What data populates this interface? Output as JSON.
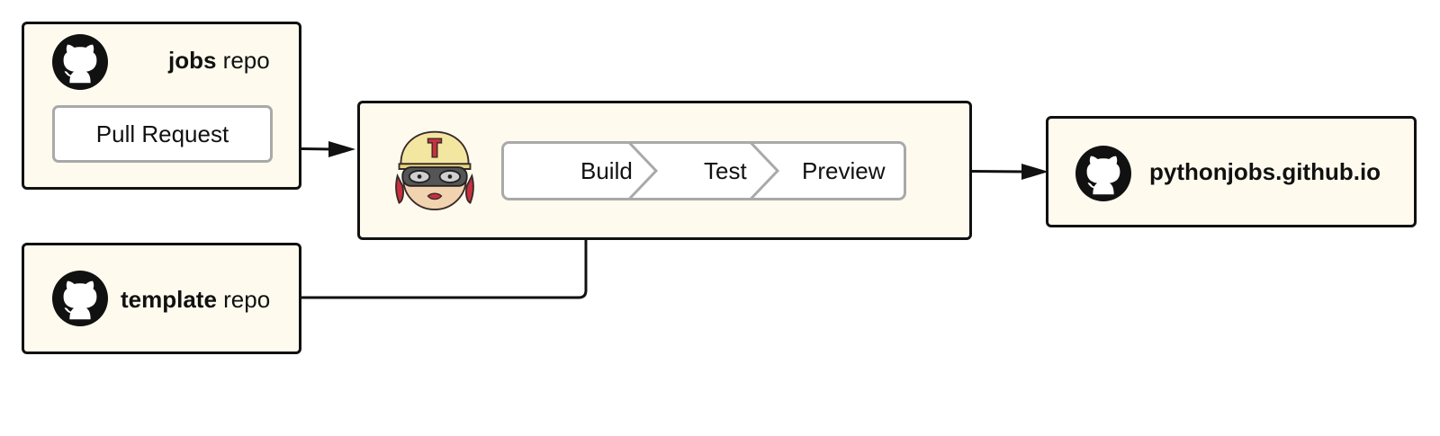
{
  "jobs_repo": {
    "name_bold": "jobs",
    "name_rest": " repo",
    "pull_request_label": "Pull Request",
    "icon": "github-icon"
  },
  "template_repo": {
    "name_bold": "template",
    "name_rest": " repo",
    "icon": "github-icon"
  },
  "ci": {
    "mascot_icon": "travis-ci-mascot-icon",
    "stages": [
      {
        "label": "Build"
      },
      {
        "label": "Test"
      },
      {
        "label": "Preview"
      }
    ]
  },
  "output": {
    "site": "pythonjobs.github.io",
    "icon": "github-icon"
  },
  "colors": {
    "box_fill": "#fefbee",
    "box_border": "#111111",
    "stage_border": "#a9a9a9"
  }
}
